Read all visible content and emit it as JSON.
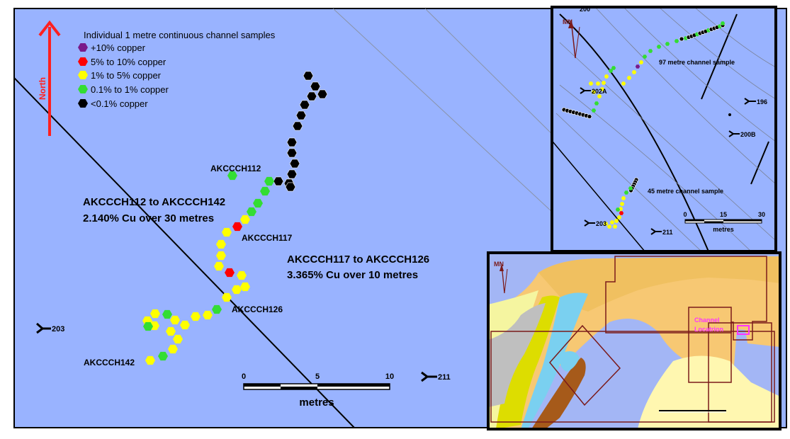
{
  "main_map": {
    "north_label": "North",
    "legend": {
      "title": "Individual 1 metre continuous channel samples",
      "items": [
        {
          "label": "+10% copper",
          "color": "#7a1a8a"
        },
        {
          "label": "5% to 10% copper",
          "color": "#ff0000"
        },
        {
          "label": "1% to 5% copper",
          "color": "#ffff00"
        },
        {
          "label": "0.1% to 1% copper",
          "color": "#33dd33"
        },
        {
          "label": "<0.1% copper",
          "color": "#000000"
        }
      ]
    },
    "sample_labels": [
      "AKCCCH112",
      "AKCCCH117",
      "AKCCCH126",
      "AKCCCH142"
    ],
    "results": [
      {
        "interval": "AKCCCH112 to AKCCCH142",
        "grade": "2.140% Cu over 30 metres"
      },
      {
        "interval": "AKCCCH117 to AKCCCH126",
        "grade": "3.365% Cu over 10 metres"
      }
    ],
    "survey_points": [
      "203",
      "211"
    ],
    "scale": {
      "ticks": [
        "0",
        "5",
        "10"
      ],
      "unit": "metres"
    },
    "background_color": "#99b3ff"
  },
  "inset_top": {
    "north_label": "MN",
    "channel_labels": [
      "97 metre channel sample",
      "45 metre channel sample"
    ],
    "survey_points": [
      "200",
      "202A",
      "196",
      "200B",
      "203",
      "211"
    ],
    "scale": {
      "ticks": [
        "0",
        "15",
        "30"
      ],
      "unit": "metres"
    }
  },
  "inset_bottom": {
    "north_label": "MN",
    "channel_location_label": "Channel Locatrion",
    "colors": {
      "highlight": "#ff33ff",
      "boundary": "#7a1a1a"
    }
  }
}
